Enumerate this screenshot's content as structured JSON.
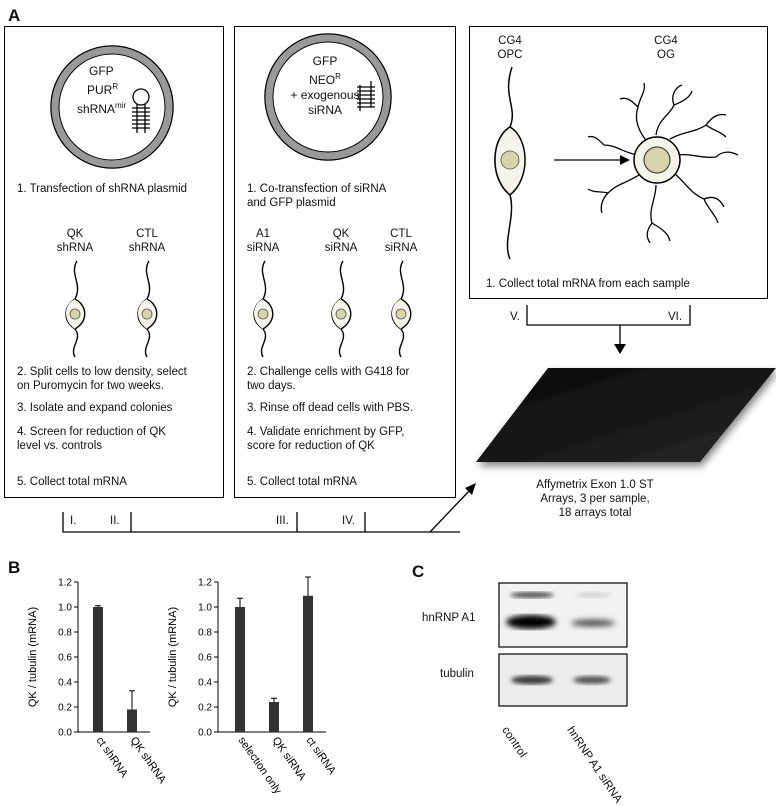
{
  "panels": {
    "a": "A",
    "b": "B",
    "c": "C"
  },
  "box1": {
    "plasmid_lines": [
      "GFP",
      "PUR",
      "shRNA"
    ],
    "plasmid_sup": [
      "R",
      "mir"
    ],
    "step1": "1.  Transfection of shRNA plasmid",
    "cell_labels": [
      "QK\nshRNA",
      "CTL\nshRNA"
    ],
    "steps": [
      "2.  Split cells to low density, select\n     on Puromycin for two weeks.",
      "3.  Isolate and expand colonies",
      "4.  Screen for reduction of QK\n     level vs. controls",
      "5.  Collect total mRNA"
    ]
  },
  "box2": {
    "plasmid_lines": [
      "GFP",
      "NEO",
      "+ exogenous",
      "siRNA"
    ],
    "plasmid_sup": [
      "R"
    ],
    "step1": "1.  Co-transfection of siRNA\n     and GFP plasmid",
    "cell_labels": [
      "A1\nsiRNA",
      "QK\nsiRNA",
      "CTL\nsiRNA"
    ],
    "steps": [
      "2.  Challenge cells with G418 for\n     two days.",
      "3.  Rinse off dead cells with PBS.",
      "4.  Validate enrichment by GFP,\n     score for reduction of QK",
      "5.  Collect total mRNA"
    ]
  },
  "box3": {
    "opc_label": "CG4\nOPC",
    "og_label": "CG4\nOG",
    "step1": "1.  Collect total mRNA from each sample"
  },
  "brackets": {
    "left": [
      "I.",
      "II.",
      "III.",
      "IV."
    ],
    "right": [
      "V.",
      "VI."
    ]
  },
  "array_caption": "Affymetrix Exon 1.0 ST\nArrays, 3 per sample,\n18 arrays total",
  "chart_data": [
    {
      "type": "bar",
      "ylabel": "QK / tubulin (mRNA)",
      "categories": [
        "ct shRNA",
        "QK shRNA"
      ],
      "values": [
        1.0,
        0.18
      ],
      "errors": [
        0.01,
        0.15
      ],
      "ylim": [
        0,
        1.2
      ],
      "yticks": [
        "0.0",
        "0.2",
        "0.4",
        "0.6",
        "0.8",
        "1.0",
        "1.2"
      ],
      "color": "#333333"
    },
    {
      "type": "bar",
      "ylabel": "QK / tubulin (mRNA)",
      "categories": [
        "selection only",
        "QK siRNA",
        "ct siRNA"
      ],
      "values": [
        1.0,
        0.24,
        1.09
      ],
      "errors": [
        0.07,
        0.03,
        0.15
      ],
      "ylim": [
        0,
        1.2
      ],
      "yticks": [
        "0.0",
        "0.2",
        "0.4",
        "0.6",
        "0.8",
        "1.0",
        "1.2"
      ],
      "color": "#333333"
    }
  ],
  "blot": {
    "row_labels": [
      "hnRNP A1",
      "tubulin"
    ],
    "lane_labels": [
      "control",
      "hnRNP A1 siRNA"
    ]
  }
}
